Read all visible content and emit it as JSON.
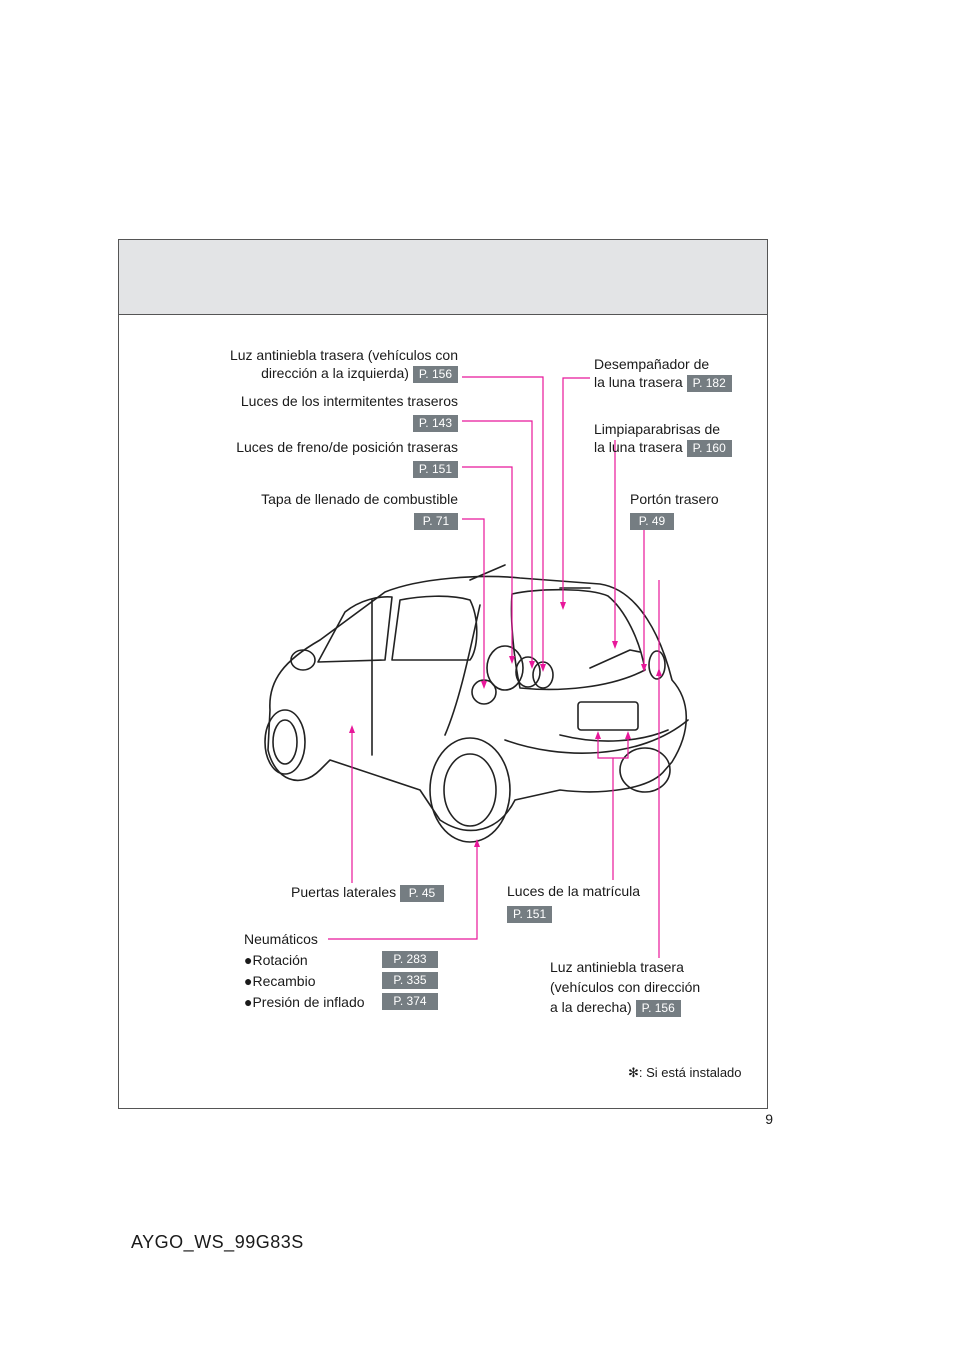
{
  "labels": {
    "rear_fog_left_line1": "Luz antiniebla trasera (vehículos con",
    "rear_fog_left_line2": "dirección a la izquierda)",
    "rear_fog_left_page": "P. 156",
    "turn_signals": "Luces de los intermitentes traseros",
    "turn_signals_page": "P. 143",
    "brake_lights": "Luces de freno/de posición traseras",
    "brake_lights_page": "P. 151",
    "fuel_door": "Tapa de llenado de combustible",
    "fuel_door_page": "P. 71",
    "defogger_line1": "Desempañador de",
    "defogger_line2": "la luna trasera",
    "defogger_page": "P. 182",
    "wiper_line1": "Limpiaparabrisas de",
    "wiper_line2": "la luna trasera",
    "wiper_page": "P. 160",
    "back_door": "Portón trasero",
    "back_door_page": "P. 49",
    "side_doors": "Puertas laterales",
    "side_doors_page": "P. 45",
    "license_lights": "Luces de la matrícula",
    "license_lights_page": "P. 151",
    "tires": "Neumáticos",
    "tires_items": [
      {
        "label": "●Rotación",
        "page": "P. 283"
      },
      {
        "label": "●Recambio",
        "page": "P. 335"
      },
      {
        "label": "●Presión de inflado",
        "page": "P. 374"
      }
    ],
    "rear_fog_right_line1": "Luz antiniebla trasera",
    "rear_fog_right_line2": "(vehículos con dirección",
    "rear_fog_right_line3": "a la derecha)",
    "rear_fog_right_page": "P. 156",
    "footnote": "✻: Si está instalado"
  },
  "page_number": "9",
  "doc_id": "AYGO_WS_99G83S",
  "colors": {
    "leader": "#e8179a",
    "badge": "#757d82",
    "header": "#e3e4e6"
  }
}
